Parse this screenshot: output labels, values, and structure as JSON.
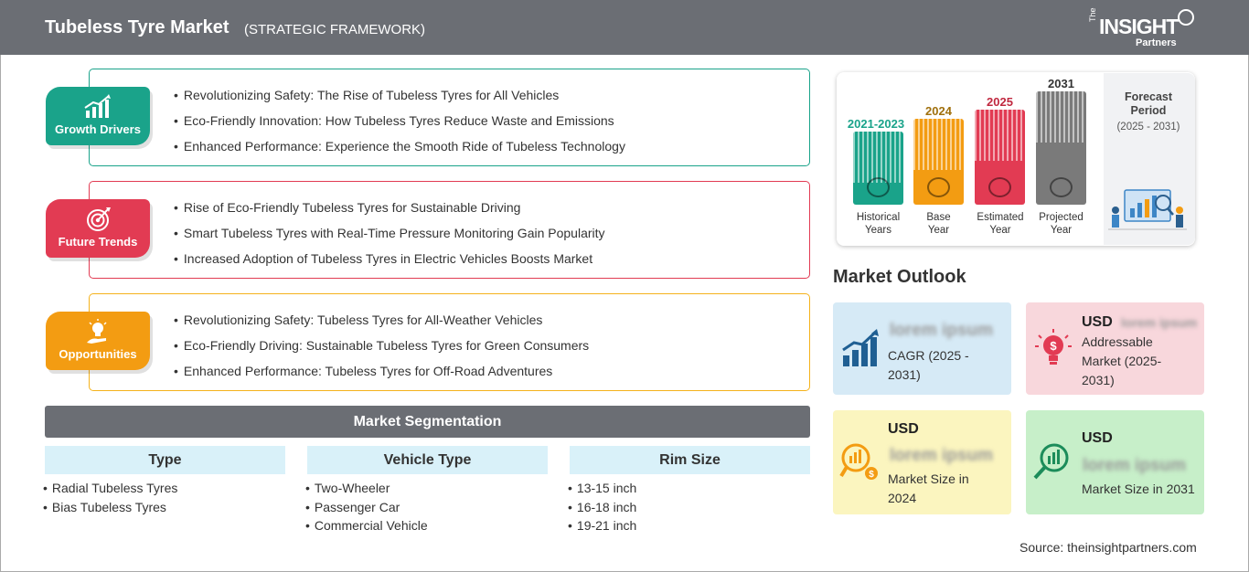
{
  "header": {
    "title": "Tubeless Tyre Market",
    "subtitle": "(STRATEGIC FRAMEWORK)",
    "logo": {
      "the": "The",
      "insight": "INSIGHT",
      "partners": "Partners"
    }
  },
  "factors": [
    {
      "label": "Growth Drivers",
      "icon": "growth-chart-icon",
      "color": "#1aa38a",
      "points": [
        "Revolutionizing Safety: The Rise of Tubeless Tyres for All Vehicles",
        "Eco-Friendly Innovation: How Tubeless Tyres Reduce Waste and Emissions",
        "Enhanced Performance: Experience the Smooth Ride of Tubeless Technology"
      ]
    },
    {
      "label": "Future Trends",
      "icon": "target-icon",
      "color": "#e23b53",
      "points": [
        "Rise of Eco-Friendly Tubeless Tyres for Sustainable Driving",
        "Smart Tubeless Tyres with Real-Time Pressure Monitoring Gain Popularity",
        "Increased Adoption of Tubeless Tyres in Electric Vehicles Boosts Market"
      ]
    },
    {
      "label": "Opportunities",
      "icon": "lightbulb-icon",
      "color": "#f39c12",
      "points": [
        "Revolutionizing Safety: Tubeless Tyres for All-Weather Vehicles",
        "Eco-Friendly Driving: Sustainable Tubeless Tyres for Green Consumers",
        "Enhanced Performance: Tubeless Tyres for Off-Road Adventures"
      ]
    }
  ],
  "segmentation": {
    "title": "Market Segmentation",
    "columns": [
      {
        "header": "Type",
        "items": [
          "Radial Tubeless Tyres",
          "Bias Tubeless Tyres"
        ]
      },
      {
        "header": "Vehicle Type",
        "items": [
          "Two-Wheeler",
          "Passenger Car",
          "Commercial Vehicle"
        ]
      },
      {
        "header": "Rim Size",
        "items": [
          "13-15 inch",
          "16-18 inch",
          "19-21 inch"
        ]
      }
    ]
  },
  "timeline": {
    "bars": [
      {
        "year": "2021-2023",
        "label_line1": "Historical",
        "label_line2": "Years",
        "color": "#1aa38a",
        "year_color": "#1aa38a",
        "icon": "history-icon"
      },
      {
        "year": "2024",
        "label_line1": "Base",
        "label_line2": "Year",
        "color": "#f39c12",
        "year_color": "#a0700d",
        "icon": "calendar-icon"
      },
      {
        "year": "2025",
        "label_line1": "Estimated",
        "label_line2": "Year",
        "color": "#e23b53",
        "year_color": "#c0283f",
        "icon": "gears-icon"
      },
      {
        "year": "2031",
        "label_line1": "Projected",
        "label_line2": "Year",
        "color": "#7a7a7a",
        "year_color": "#333333",
        "icon": "presentation-icon"
      }
    ],
    "forecast_title": "Forecast Period",
    "forecast_range": "(2025 - 2031)"
  },
  "market_outlook": {
    "title": "Market Outlook",
    "cards": [
      {
        "usd": "",
        "value": "lorem ipsum",
        "text": "CAGR (2025 - 2031)",
        "bg": "#d6eaf6",
        "icon": "bar-growth-icon"
      },
      {
        "usd": "USD",
        "value": "lorem ipsum",
        "text": "Addressable Market (2025-2031)",
        "bg": "#f8d7dc",
        "icon": "idea-dollar-icon"
      },
      {
        "usd": "USD",
        "value": "lorem ipsum",
        "text": "Market Size in 2024",
        "bg": "#fbf5bf",
        "icon": "analytics-dollar-icon"
      },
      {
        "usd": "USD",
        "value": "lorem ipsum",
        "text": "Market Size in 2031",
        "bg": "#c7efc9",
        "icon": "search-growth-icon"
      }
    ]
  },
  "source": "Source: theinsightpartners.com"
}
